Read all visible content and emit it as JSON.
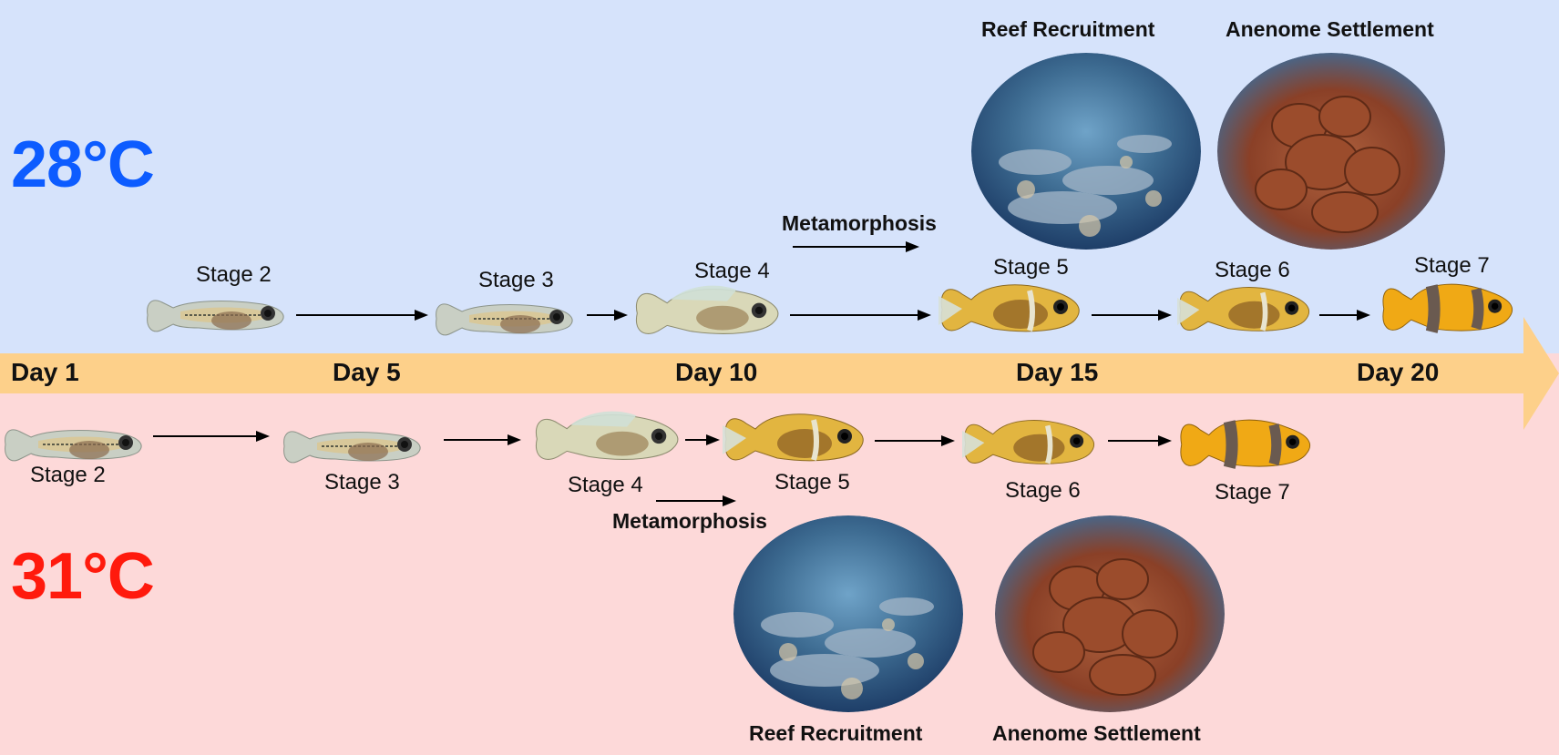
{
  "temperatures": {
    "cool": "28°C",
    "warm": "31°C"
  },
  "colors": {
    "cool": "#0d5cff",
    "warm": "#ff1a0d",
    "timeline": "#fdd08a",
    "cool_bg": "#d6e3fb",
    "warm_bg": "#fdd9d9"
  },
  "timeline": {
    "days": [
      "Day 1",
      "Day 5",
      "Day 10",
      "Day 15",
      "Day 20"
    ]
  },
  "cool_row": {
    "stages": [
      "Stage 2",
      "Stage 3",
      "Stage 4",
      "Stage 5",
      "Stage 6",
      "Stage 7"
    ],
    "metamorphosis": "Metamorphosis",
    "reef": "Reef Recruitment",
    "anemone": "Anenome Settlement"
  },
  "warm_row": {
    "stages": [
      "Stage 2",
      "Stage 3",
      "Stage 4",
      "Stage 5",
      "Stage 6",
      "Stage 7"
    ],
    "metamorphosis": "Metamorphosis",
    "reef": "Reef Recruitment",
    "anemone": "Anenome Settlement"
  },
  "icons": {
    "fish": "clownfish-larva-icon",
    "reef": "coral-reef-photo",
    "anemone": "anemone-photo",
    "arrow": "arrow-right-icon"
  }
}
